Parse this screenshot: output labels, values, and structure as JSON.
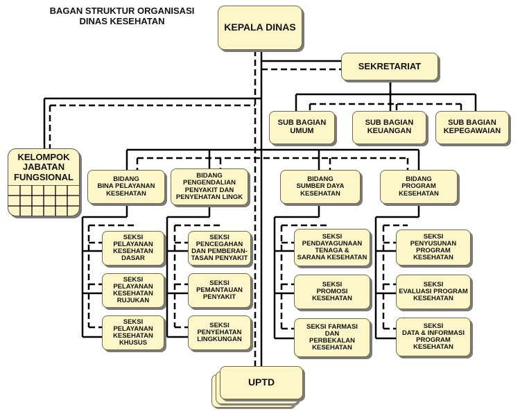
{
  "title": "BAGAN STRUKTUR ORGANISASI\nDINAS KESEHATAN",
  "top": {
    "kepala_dinas": "KEPALA DINAS",
    "sekretariat": "SEKRETARIAT",
    "uptd": "UPTD"
  },
  "kelompok": {
    "label": "KELOMPOK\nJABATAN\nFUNGSIONAL"
  },
  "sub_bagian": [
    "SUB BAGIAN\nUMUM",
    "SUB BAGIAN\nKEUANGAN",
    "SUB BAGIAN\nKEPEGAWAIAN"
  ],
  "bidang": [
    {
      "label": "BIDANG\nBINA PELAYANAN\nKESEHATAN",
      "seksi": [
        "SEKSI\nPELAYANAN\nKESEHATAN\nDASAR",
        "SEKSI\nPELAYANAN\nKESEHATAN\nRUJUKAN",
        "SEKSI\nPELAYANAN\nKESEHATAN\nKHUSUS"
      ]
    },
    {
      "label": "BIDANG\nPENGENDALIAN\nPENYAKIT DAN\nPENYEHATAN LINGK",
      "seksi": [
        "SEKSI\nPENCEGAHAN\nDAN PEMBERAN-\nTASAN PENYAKIT",
        "SEKSI\nPEMANTAUAN\nPENYAKIT",
        "SEKSI\nPENYEHATAN\nLINGKUNGAN"
      ]
    },
    {
      "label": "BIDANG\nSUMBER DAYA\nKESEHATAN",
      "seksi": [
        "SEKSI\nPENDAYAGUNAAN\nTENAGA &\nSARANA KESEHATAN",
        "SEKSI\nPROMOSI\nKESEHATAN",
        "SEKSI FARMASI\nDAN\nPERBEKALAN\nKESEHATAN"
      ]
    },
    {
      "label": "BIDANG\nPROGRAM\nKESEHATAN",
      "seksi": [
        "SEKSI\nPENYUSUNAN\nPROGRAM\nKESEHATAN",
        "SEKSI\nEVALUASI PROGRAM\nKESEHATAN",
        "SEKSI\nDATA & INFORMASI\nPROGRAM\nKESEHATAN"
      ]
    }
  ]
}
